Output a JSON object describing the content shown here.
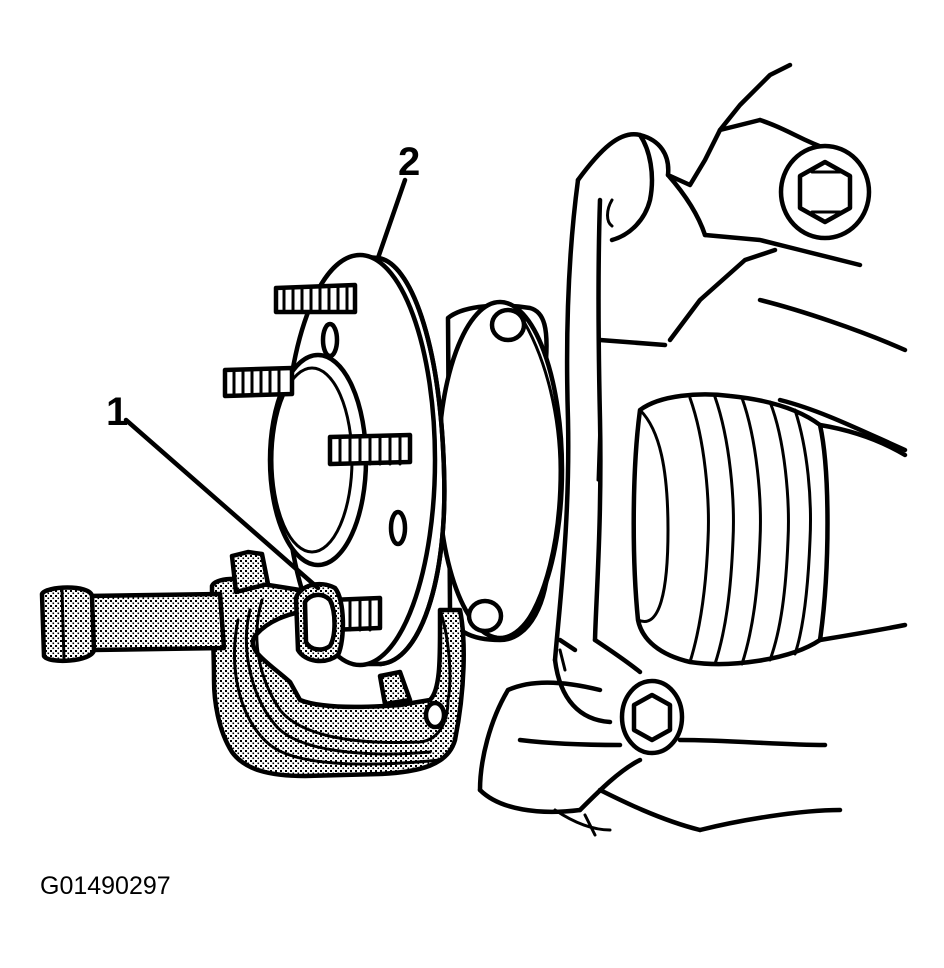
{
  "callouts": [
    {
      "number": "1"
    },
    {
      "number": "2"
    }
  ],
  "figure_id": "G01490297"
}
